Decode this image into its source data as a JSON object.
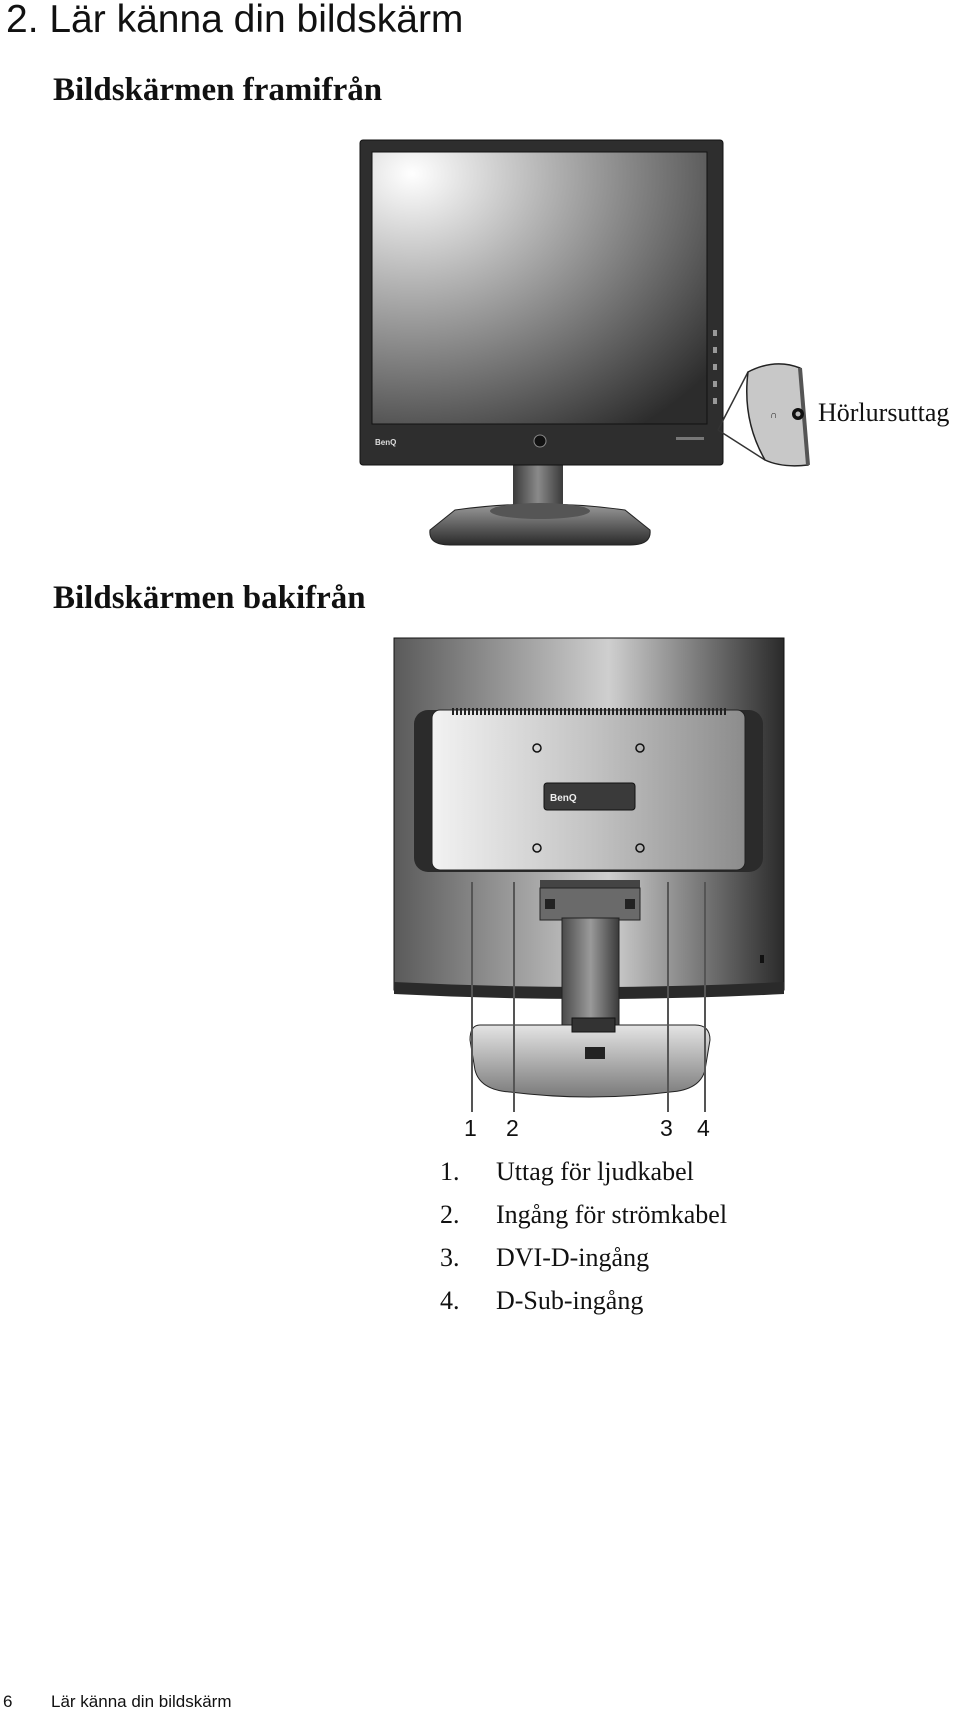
{
  "chapter_title": "2. Lär känna din bildskärm",
  "sections": {
    "front": {
      "heading": "Bildskärmen framifrån"
    },
    "back": {
      "heading": "Bildskärmen bakifrån"
    }
  },
  "front_view": {
    "headphone_label": "Hörlursuttag",
    "brand_logo": "BenQ"
  },
  "back_view": {
    "brand_logo": "BenQ",
    "port_numbers": [
      "1",
      "2",
      "3",
      "4"
    ]
  },
  "legend": [
    {
      "num": "1.",
      "text": "Uttag för ljudkabel"
    },
    {
      "num": "2.",
      "text": "Ingång för strömkabel"
    },
    {
      "num": "3.",
      "text": "DVI-D-ingång"
    },
    {
      "num": "4.",
      "text": "D-Sub-ingång"
    }
  ],
  "footer": {
    "page_number": "6",
    "text": "Lär känna din bildskärm"
  }
}
